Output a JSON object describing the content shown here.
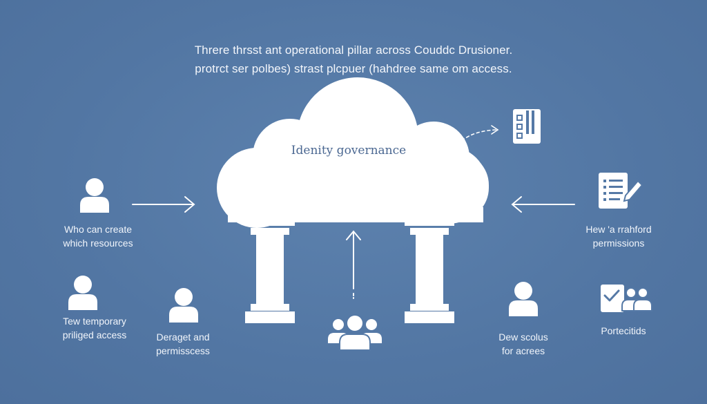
{
  "heading": {
    "line1": "Threre thrsst ant operational pillar across Couddc Drusioner.",
    "line2": "protrct ser polbes) strast plcpuer (hahdree same om access."
  },
  "cloud": {
    "title": "Idenity governance"
  },
  "labels": {
    "who": {
      "line1": "Who can create",
      "line2": "which resources"
    },
    "temporary": {
      "line1": "Tew temporary",
      "line2": "priliged access"
    },
    "delegated": {
      "line1": "Deraget and",
      "line2": "permisscess"
    },
    "scolus": {
      "line1": "Dew scolus",
      "line2": "for acrees"
    },
    "permissions": {
      "line1": "Hew 'a rrahford",
      "line2": "permissions"
    },
    "portecitids": {
      "line1": "Portecitids"
    }
  },
  "icons": [
    "user-icon-who",
    "user-icon-temporary",
    "user-icon-delegated",
    "user-icon-scolus",
    "user-group-icon-center",
    "checklist-document-icon",
    "edit-document-icon",
    "verified-team-icon"
  ],
  "colors": {
    "background": "#5579a6",
    "foreground": "#ffffff",
    "cloud_text": "#4a6791"
  }
}
